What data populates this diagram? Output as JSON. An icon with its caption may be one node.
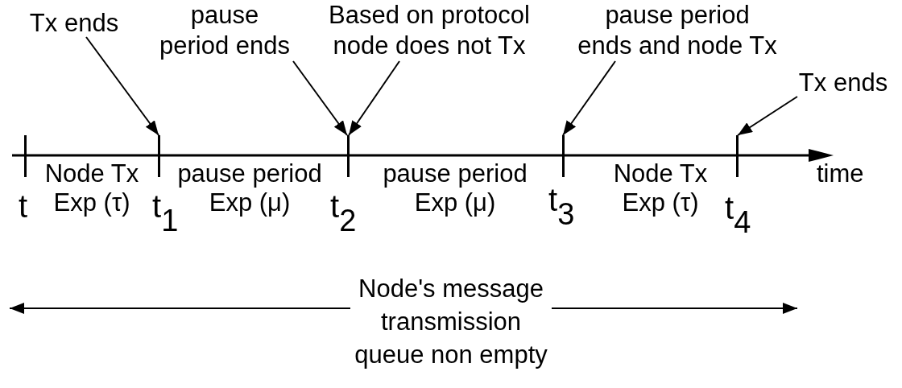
{
  "diagram": {
    "nodes": [
      {
        "text": [
          "Tx ends"
        ]
      },
      {
        "text": [
          "pause period ends"
        ]
      },
      {
        "text": [
          "Based on protocol node does not Tx"
        ]
      },
      {
        "text": [
          "pause period ends and node Tx"
        ]
      },
      {
        "text": [
          "Tx ends"
        ]
      },
      {
        "text": [],
        "shape": "bar",
        "beside": [
          "t"
        ]
      },
      {
        "text": [],
        "shape": "bar",
        "beside": [
          "t$_{1}$"
        ]
      },
      {
        "text": [],
        "shape": "bar",
        "beside": [
          "t$_{2}$"
        ]
      },
      {
        "text": [],
        "shape": "bar",
        "beside": [
          "t$_{3}$"
        ]
      },
      {
        "text": [],
        "shape": "bar",
        "beside": [
          "t$_{4}$"
        ]
      },
      {
        "text": [
          "Node's message transmission queue non empty"
        ]
      }
    ],
    "edges": [
      {
        "from": 0,
        "to": 6,
        "arrow": "to"
      },
      {
        "from": 1,
        "to": 7,
        "arrow": "to"
      },
      {
        "from": 2,
        "to": 7,
        "arrow": "to"
      },
      {
        "from": 3,
        "to": 8,
        "arrow": "to"
      },
      {
        "from": 4,
        "to": 9,
        "arrow": "to"
      },
      {
        "from": 10,
        "to": null,
        "arrow": "to"
      },
      {
        "from": 10,
        "to": null,
        "arrow": "to"
      }
    ],
    "labels": [
      "Node Tx Exp (τ)",
      "pause period Exp (μ)",
      "pause period Exp (μ)",
      "Node Tx Exp (τ)",
      "time"
    ]
  }
}
